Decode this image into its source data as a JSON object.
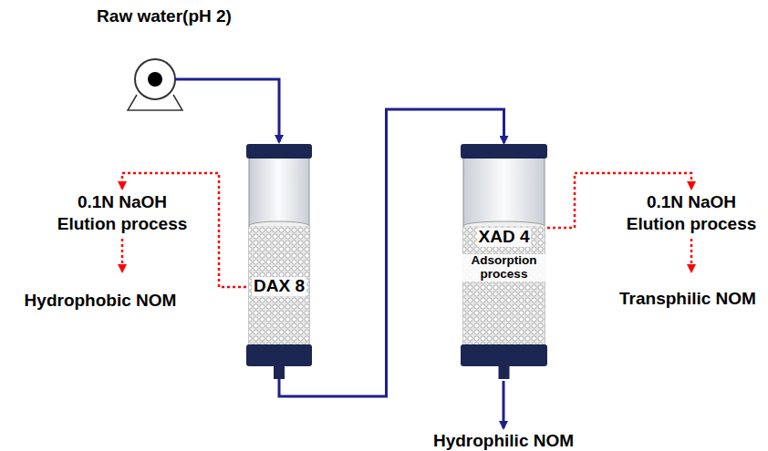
{
  "diagram": {
    "nodes": [
      {
        "text": [
          "DAX 8"
        ]
      },
      {
        "text": [
          "XAD 4",
          "Adsorption process"
        ]
      }
    ],
    "edges": [
      {
        "from": 0,
        "to": 1,
        "arrow": "to"
      }
    ],
    "labels": [
      "Raw water(pH 2)",
      "0.1N NaOH Elution process",
      "Hydrophobic NOM",
      "0.1N NaOH Elution process",
      "Transphilic NOM",
      "Hydrophilic NOM"
    ]
  }
}
